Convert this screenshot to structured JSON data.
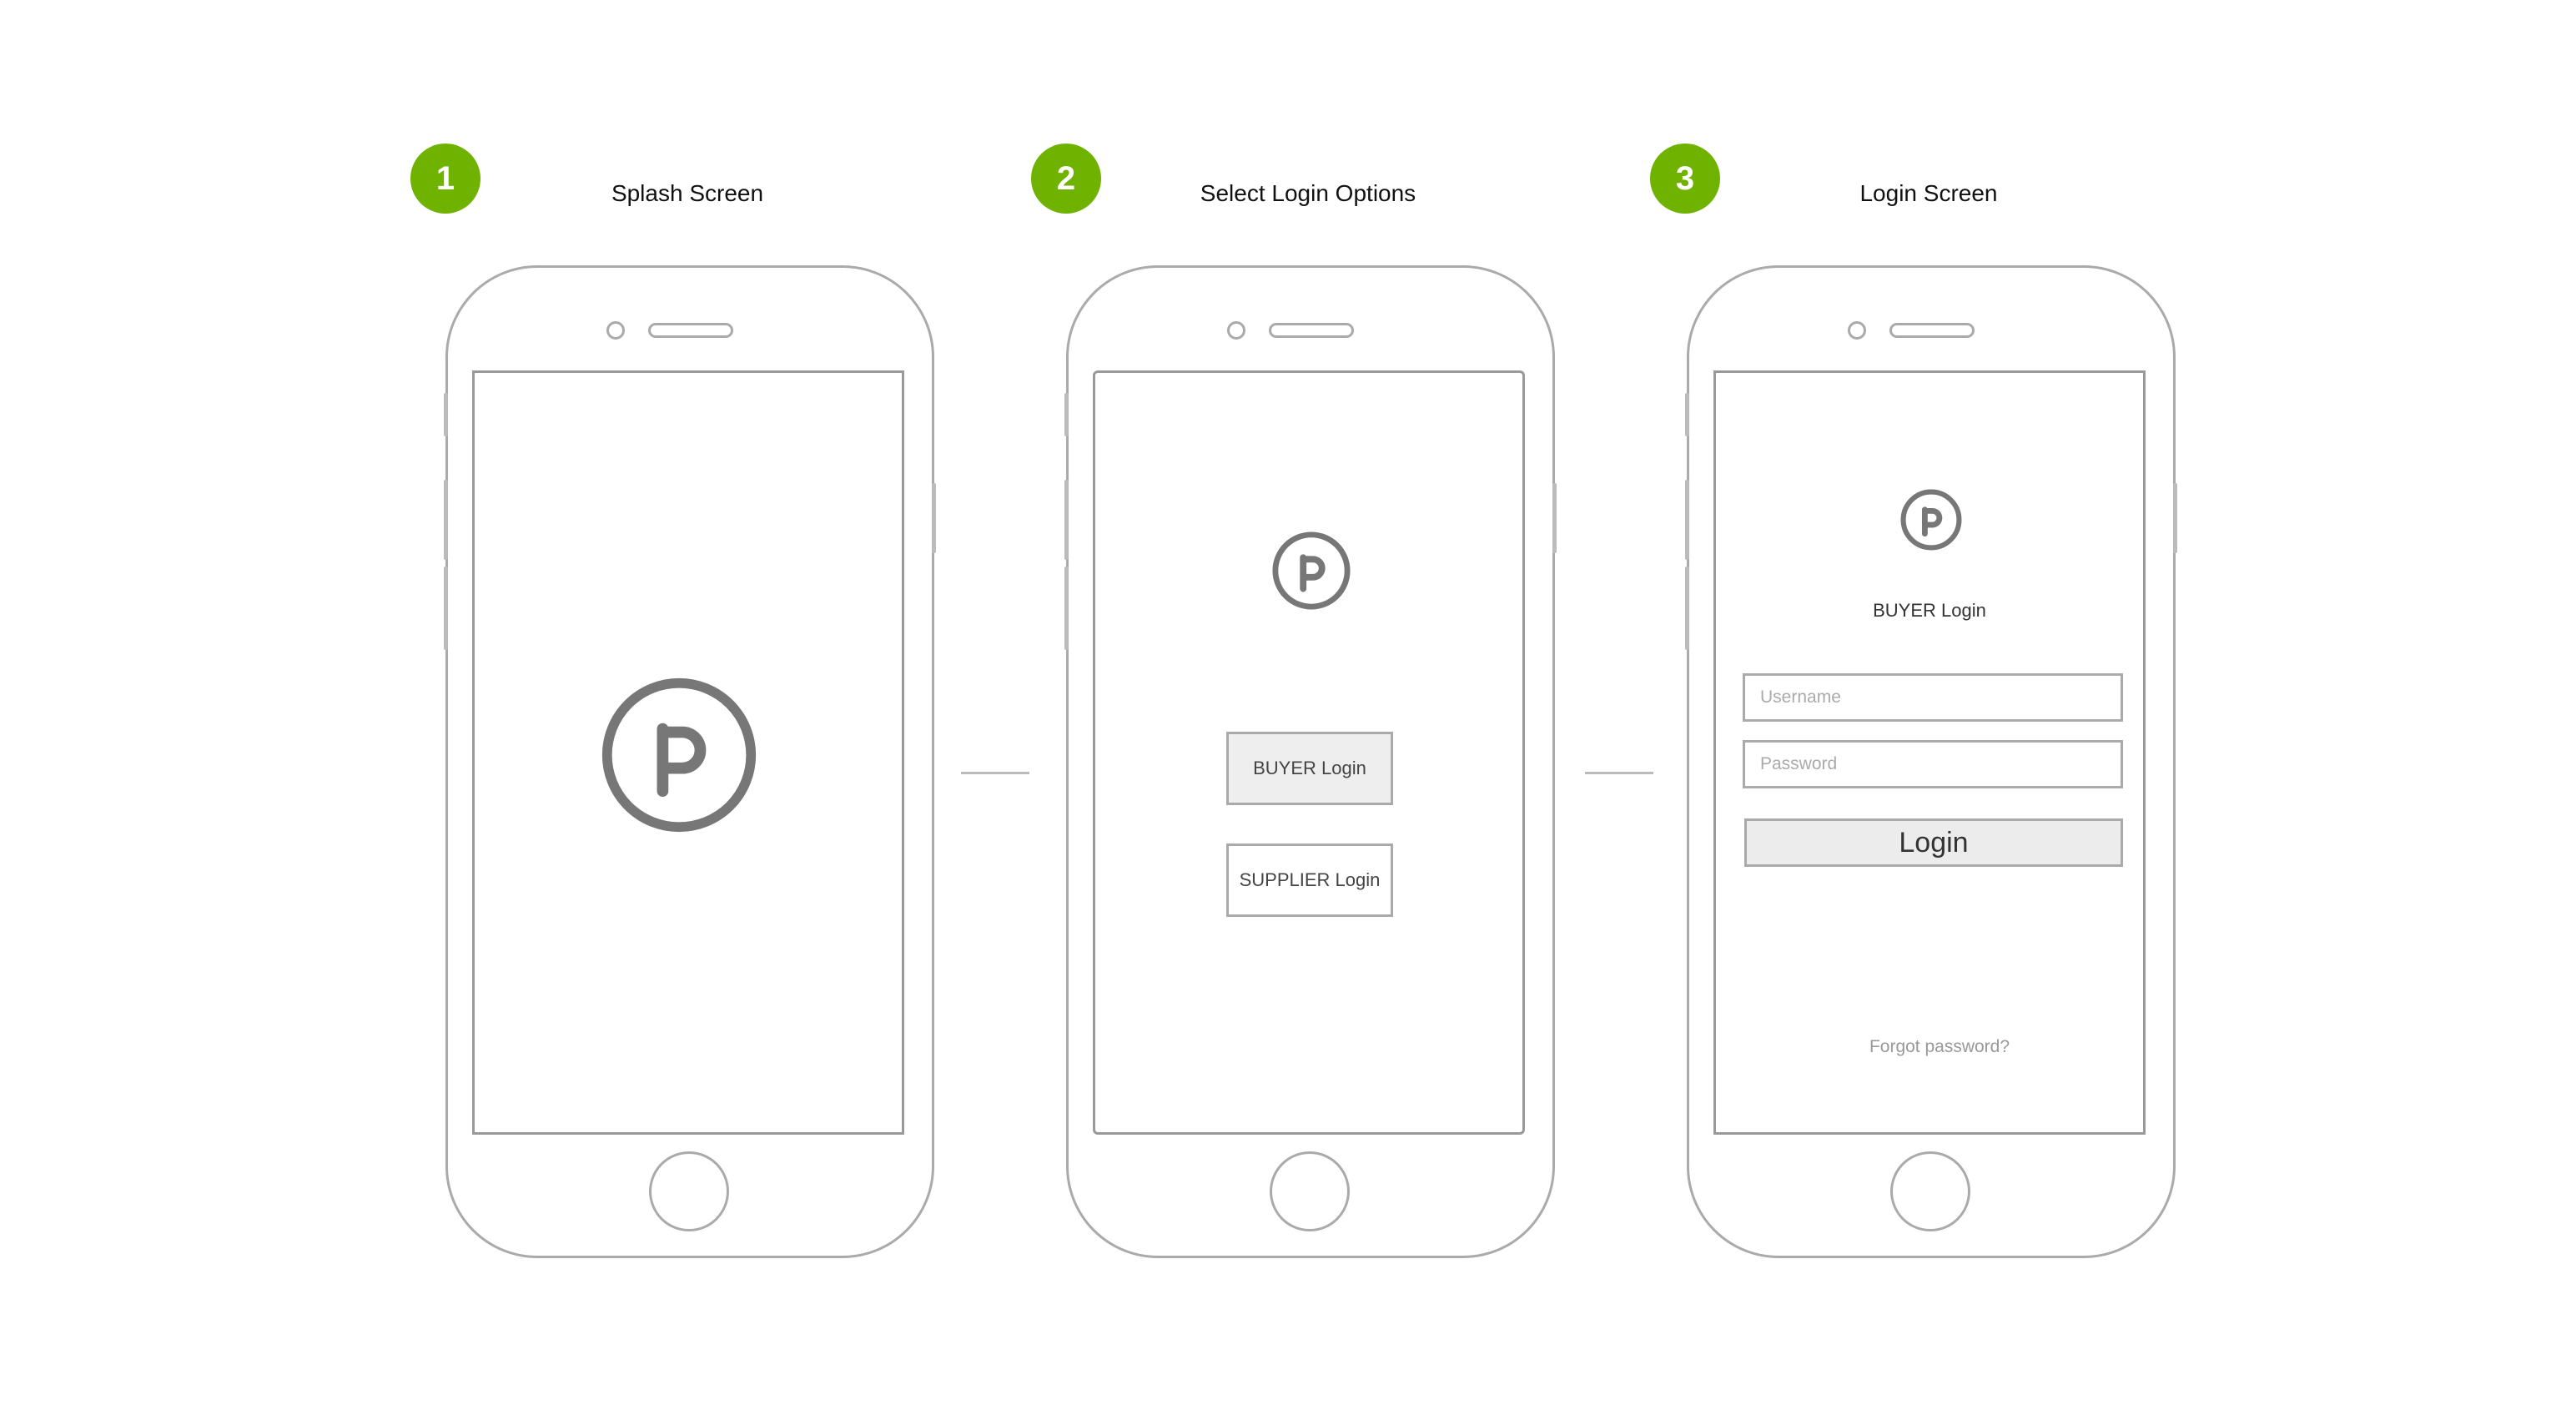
{
  "colors": {
    "accent": "#6fb300",
    "outline": "#aaaaaa",
    "logo": "#777777"
  },
  "steps": [
    {
      "number": "1",
      "title": "Splash Screen"
    },
    {
      "number": "2",
      "title": "Select Login Options"
    },
    {
      "number": "3",
      "title": "Login Screen"
    }
  ],
  "screen2": {
    "buyer_button": "BUYER Login",
    "supplier_button": "SUPPLIER Login"
  },
  "screen3": {
    "heading": "BUYER Login",
    "username_placeholder": "Username",
    "password_placeholder": "Password",
    "login_button": "Login",
    "forgot_link": "Forgot password?"
  },
  "logo_icon": "p-circle-logo"
}
